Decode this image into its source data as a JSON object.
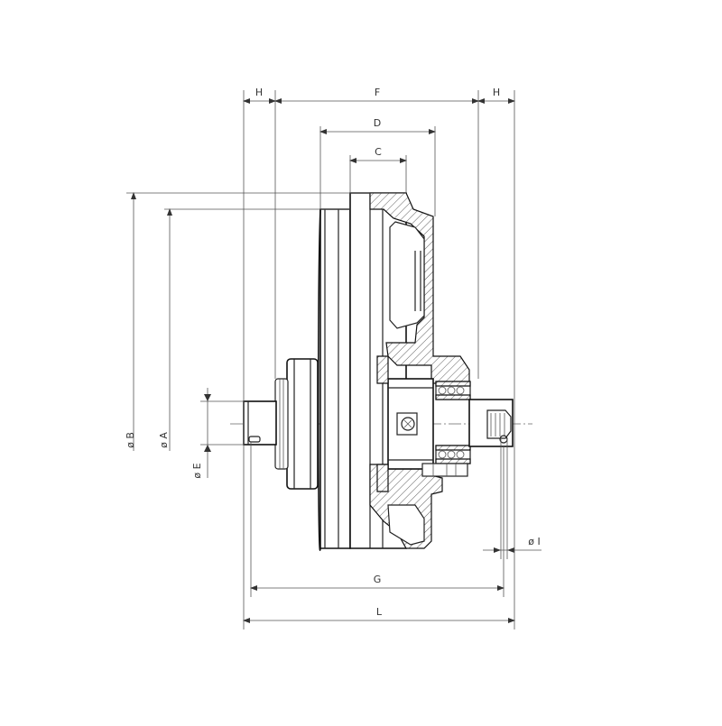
{
  "dimension_labels": {
    "H_left": "H",
    "F": "F",
    "H_right": "H",
    "D": "D",
    "C": "C",
    "B": "ø B",
    "A": "ø A",
    "E": "ø E",
    "I": "ø I",
    "G": "G",
    "L": "L"
  }
}
